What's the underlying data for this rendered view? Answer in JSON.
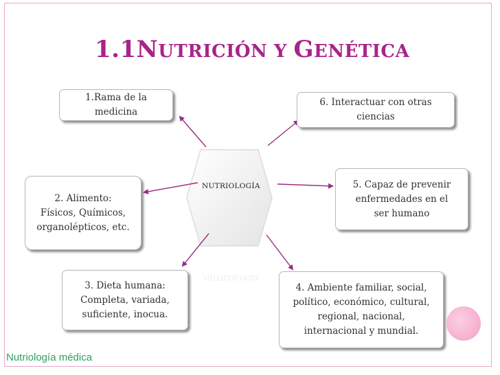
{
  "title": {
    "first": "1.1N",
    "rest": "UTRICIÓN Y ",
    "g": "G",
    "rest2": "ENÉTICA"
  },
  "center": {
    "label": "NUTRIOLOGÍA"
  },
  "boxes": {
    "b1": {
      "lines": [
        "1.Rama de la",
        "medicina"
      ]
    },
    "b2": {
      "lines": [
        "2. Alimento:",
        "Físicos, Químicos,",
        "organolépticos, etc."
      ]
    },
    "b3": {
      "lines": [
        "3. Dieta humana:",
        "Completa, variada,",
        "suficiente, inocua."
      ]
    },
    "b4": {
      "lines": [
        "4. Ambiente familiar, social,",
        "político, económico, cultural,",
        "regional, nacional,",
        "internacional y mundial."
      ]
    },
    "b5": {
      "lines": [
        "5. Capaz de prevenir",
        "enfermedades en el",
        "ser humano"
      ]
    },
    "b6": {
      "lines": [
        "6. Interactuar con otras",
        "ciencias"
      ]
    }
  },
  "footer": "Nutriología médica",
  "colors": {
    "title": "#a8248a",
    "arrow": "#9b2d7f",
    "footer": "#2e9e64",
    "frame": "#e7a8c8"
  }
}
